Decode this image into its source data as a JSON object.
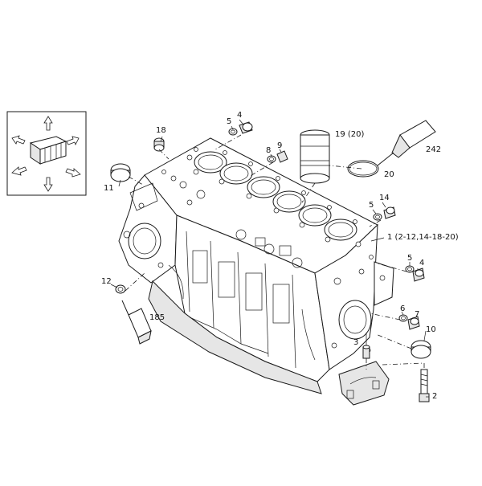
{
  "callouts": {
    "c18": "18",
    "c5a": "5",
    "c4a": "4",
    "c8": "8",
    "c9": "9",
    "c19": "19 (20)",
    "c242": "242",
    "c20": "20",
    "c11": "11",
    "c5b": "5",
    "c14": "14",
    "c1": "1 (2-12,14-18-20)",
    "c5c": "5",
    "c4b": "4",
    "c12": "12",
    "c185": "185",
    "c6": "6",
    "c7": "7",
    "c10": "10",
    "c3": "3",
    "c2": "2"
  }
}
